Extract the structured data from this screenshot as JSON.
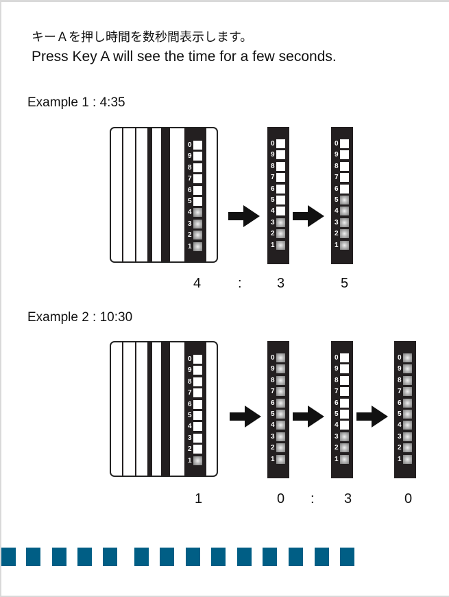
{
  "instructions": {
    "japanese": "キーＡを押し時間を数秒間表示します。",
    "english": "Press Key A will see the time for a few seconds."
  },
  "digit_labels": [
    "0",
    "9",
    "8",
    "7",
    "6",
    "5",
    "4",
    "3",
    "2",
    "1"
  ],
  "colors": {
    "accent": "#005e85",
    "panel": "#231f20"
  },
  "examples": [
    {
      "title": "Example 1 :  4:35",
      "device_lit": 4,
      "strips_lit": [
        3,
        5
      ],
      "readout": [
        "4",
        ":",
        "3",
        "5"
      ]
    },
    {
      "title": "Example 2 :  10:30",
      "device_lit": 1,
      "strips_lit": [
        10,
        3,
        10
      ],
      "readout": [
        "1",
        "0",
        ":",
        "3",
        "0"
      ]
    }
  ]
}
